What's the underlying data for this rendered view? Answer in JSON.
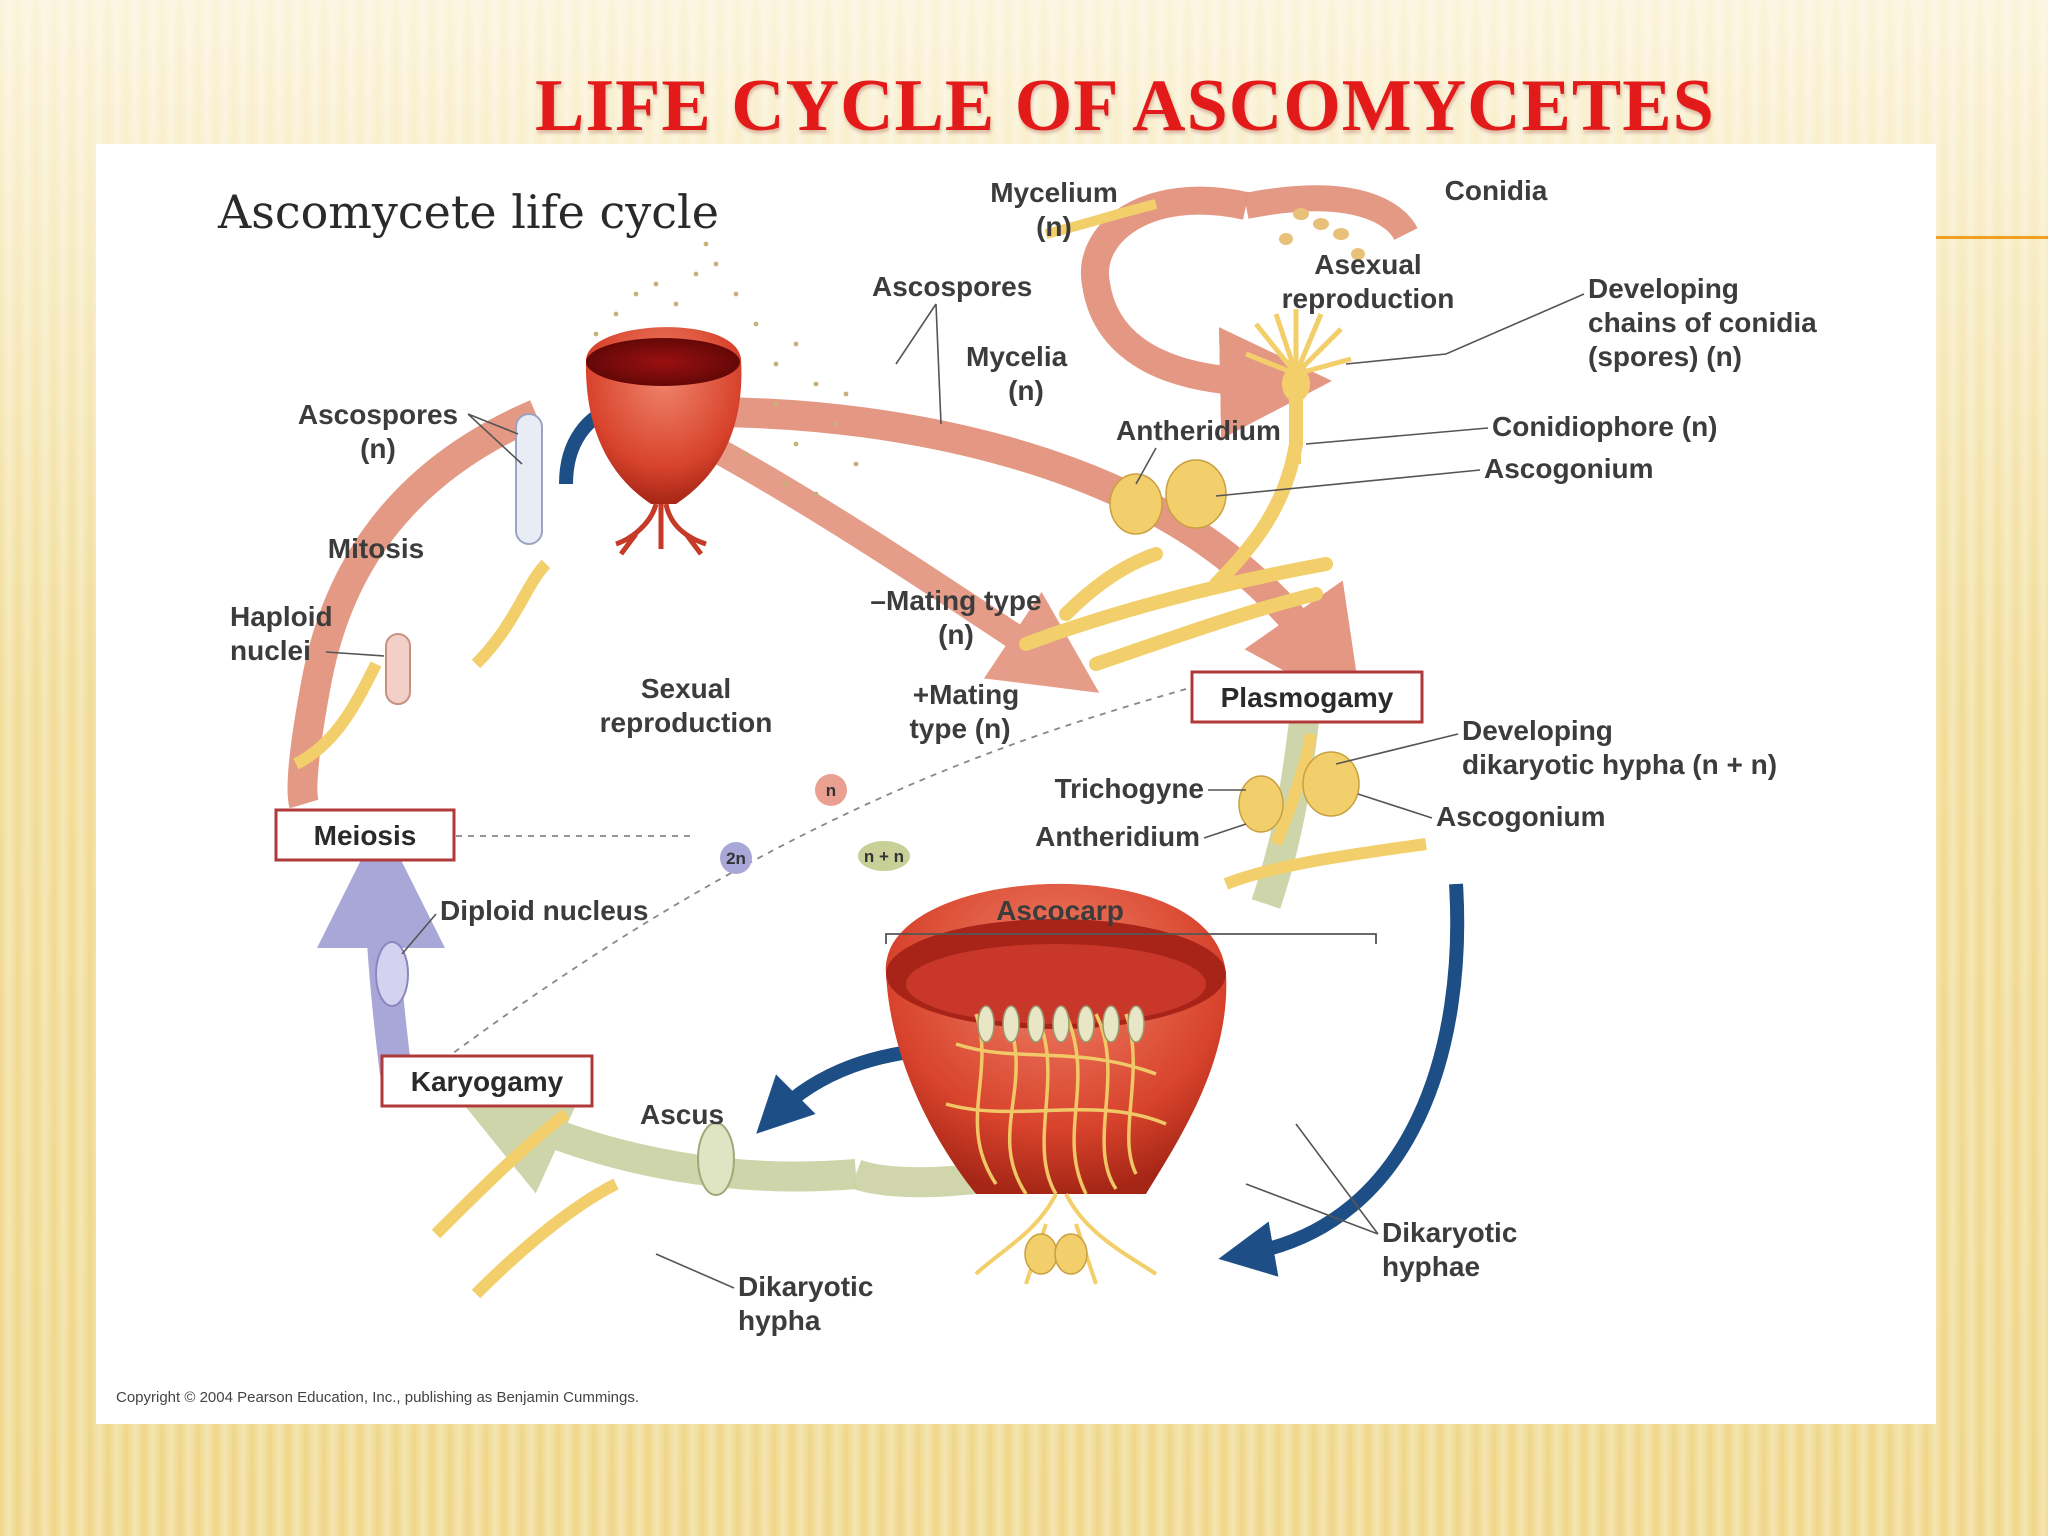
{
  "slide": {
    "title": "LIFE CYCLE OF ASCOMYCETES"
  },
  "diagram": {
    "heading": "Ascomycete life cycle",
    "labels": {
      "mycelium": "Mycelium",
      "mycelium_n": "(n)",
      "conidia": "Conidia",
      "asexual_1": "Asexual",
      "asexual_2": "reproduction",
      "developing_chains_1": "Developing",
      "developing_chains_2": "chains of conidia",
      "developing_chains_3": "(spores) (n)",
      "ascospores_top": "Ascospores",
      "mycelia": "Mycelia",
      "mycelia_n": "(n)",
      "antheridium_top": "Antheridium",
      "conidiophore": "Conidiophore (n)",
      "ascogonium_top": "Ascogonium",
      "ascospores_left": "Ascospores",
      "ascospores_left_n": "(n)",
      "mitosis": "Mitosis",
      "haploid_1": "Haploid",
      "haploid_2": "nuclei",
      "minus_mating": "–Mating type",
      "minus_mating_n": "(n)",
      "sexual_1": "Sexual",
      "sexual_2": "reproduction",
      "plus_mating": "+Mating",
      "plus_mating_n": "type (n)",
      "plasmogamy": "Plasmogamy",
      "developing_dik_1": "Developing",
      "developing_dik_2": "dikaryotic hypha (n + n)",
      "trichogyne": "Trichogyne",
      "ascogonium_mid": "Ascogonium",
      "antheridium_mid": "Antheridium",
      "meiosis": "Meiosis",
      "legend_n": "n",
      "legend_2n": "2n",
      "legend_nn": "n + n",
      "diploid": "Diploid nucleus",
      "ascocarp": "Ascocarp",
      "karyogamy": "Karyogamy",
      "ascus": "Ascus",
      "dikaryotic_hyphae_1": "Dikaryotic",
      "dikaryotic_hyphae_2": "hyphae",
      "dikaryotic_hypha_1": "Dikaryotic",
      "dikaryotic_hypha_2": "hypha"
    },
    "copyright": "Copyright © 2004 Pearson Education, Inc., publishing as Benjamin Cummings.",
    "colors": {
      "haploid_arrow": "#e3937e",
      "dikaryotic_arrow": "#cdd3a6",
      "diploid_arrow": "#a9a6d8",
      "blue_arrow": "#1d4f86",
      "hypha": "#f2cf6a",
      "ascocarp_red": "#d8432c"
    }
  }
}
